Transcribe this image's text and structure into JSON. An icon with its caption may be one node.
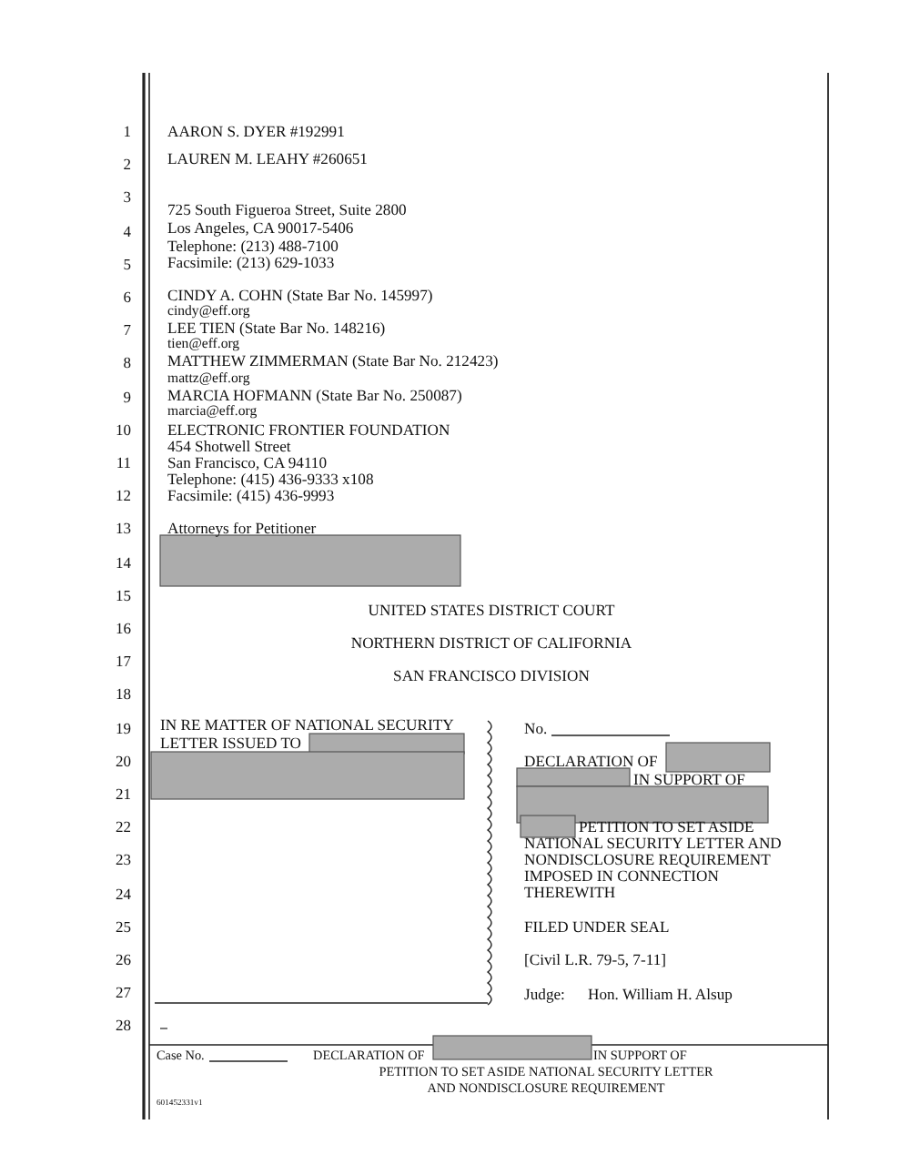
{
  "diagram": {
    "labels": [
      "1",
      "2",
      "3",
      "4",
      "5",
      "6",
      "7",
      "8",
      "9",
      "10",
      "11",
      "12",
      "13",
      "14",
      "15",
      "16",
      "17",
      "18",
      "19",
      "20",
      "21",
      "22",
      "23",
      "24",
      "25",
      "26",
      "27",
      "28",
      "AARON S. DYER #192991",
      "LAUREN M. LEAHY #260651",
      "725 South Figueroa Street, Suite 2800",
      "Los Angeles, CA  90017-5406",
      "Telephone: (213) 488-7100",
      "Facsimile: (213) 629-1033",
      "CINDY A. COHN (State Bar No. 145997)",
      "cindy@eff.org",
      "LEE TIEN (State Bar No. 148216)",
      "tien@eff.org",
      "MATTHEW ZIMMERMAN (State Bar No. 212423)",
      "mattz@eff.org",
      "MARCIA HOFMANN (State Bar No. 250087)",
      "marcia@eff.org",
      "ELECTRONIC FRONTIER FOUNDATION",
      "454 Shotwell Street",
      "San Francisco, CA 94110",
      "Telephone:  (415) 436-9333 x108",
      "Facsimile:  (415) 436-9993",
      "Attorneys for Petitioner",
      "UNITED STATES DISTRICT COURT",
      "NORTHERN DISTRICT OF CALIFORNIA",
      "SAN FRANCISCO DIVISION",
      "IN RE MATTER OF NATIONAL SECURITY",
      "LETTER ISSUED TO",
      "No.",
      "DECLARATION OF",
      "IN SUPPORT OF",
      "PETITION TO SET ASIDE",
      "NATIONAL SECURITY LETTER AND",
      "NONDISCLOSURE REQUIREMENT",
      "IMPOSED IN CONNECTION",
      "THEREWITH",
      "FILED UNDER SEAL",
      "[Civil L.R. 79-5, 7-11]",
      "Judge:",
      "Hon. William H. Alsup",
      "Case No.",
      "DECLARATION OF",
      "IN SUPPORT OF",
      "PETITION TO SET ASIDE NATIONAL SECURITY LETTER",
      "AND NONDISCLOSURE REQUIREMENT",
      "601452331v1"
    ]
  }
}
